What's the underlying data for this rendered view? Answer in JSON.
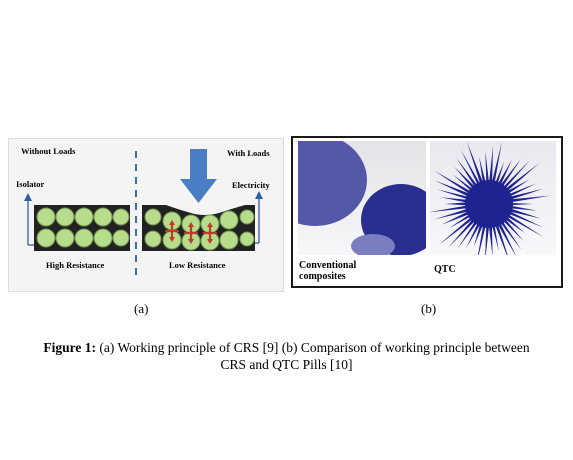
{
  "panel_a": {
    "without_loads": "Without Loads",
    "with_loads": "With Loads",
    "isolator": "Isolator",
    "electricity": "Electricity",
    "high_resistance": "High Resistance",
    "low_resistance": "Low Resistance"
  },
  "panel_b": {
    "conventional": "Conventional composites",
    "qtc": "QTC"
  },
  "labels": {
    "a": "(a)",
    "b": "(b)"
  },
  "caption": {
    "bold": "Figure 1:",
    "line1": " (a) Working principle of CRS [9] (b) Comparison of working principle between",
    "line2": "CRS and QTC Pills [10]"
  },
  "colors": {
    "granule_green": "#b7dd8c",
    "arrow_blue": "#4a7ec4",
    "qtc_navy": "#1f2390",
    "conventional_blue": "#5458a8"
  }
}
